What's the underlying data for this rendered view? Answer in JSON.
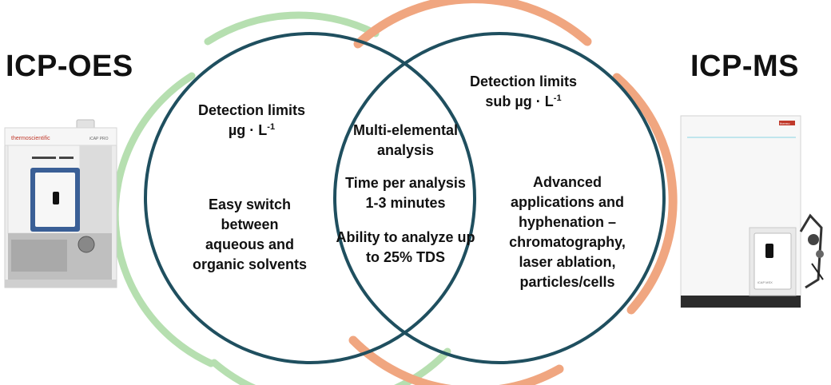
{
  "left_instrument": {
    "title": "ICP-OES",
    "brand_text": "thermoscientific",
    "model_text": "iCAP PRO"
  },
  "right_instrument": {
    "title": "ICP-MS",
    "brand_text": "thermo",
    "model_text": "iCAP MSX"
  },
  "left_region": {
    "detection_line1": "Detection limits",
    "detection_unit": "µg · L",
    "detection_exp": "-1",
    "feature_lines": [
      "Easy switch",
      "between",
      "aqueous and",
      "organic solvents"
    ]
  },
  "overlap_region": {
    "multi_lines": [
      "Multi-elemental",
      "analysis"
    ],
    "time_lines": [
      "Time per analysis",
      "1-3 minutes"
    ],
    "ability_lines": [
      "Ability to analyze up",
      "to 25% TDS"
    ]
  },
  "right_region": {
    "detection_line1": "Detection limits",
    "detection_unit": "sub µg · L",
    "detection_exp": "-1",
    "feature_lines": [
      "Advanced",
      "applications and",
      "hyphenation –",
      "chromatography,",
      "laser ablation,",
      "particles/cells"
    ]
  },
  "colors": {
    "circle": "#1f4f5f",
    "left_arc": "#b6dfb0",
    "right_arc": "#f0a680",
    "instrument_blue": "#3a5f96"
  }
}
